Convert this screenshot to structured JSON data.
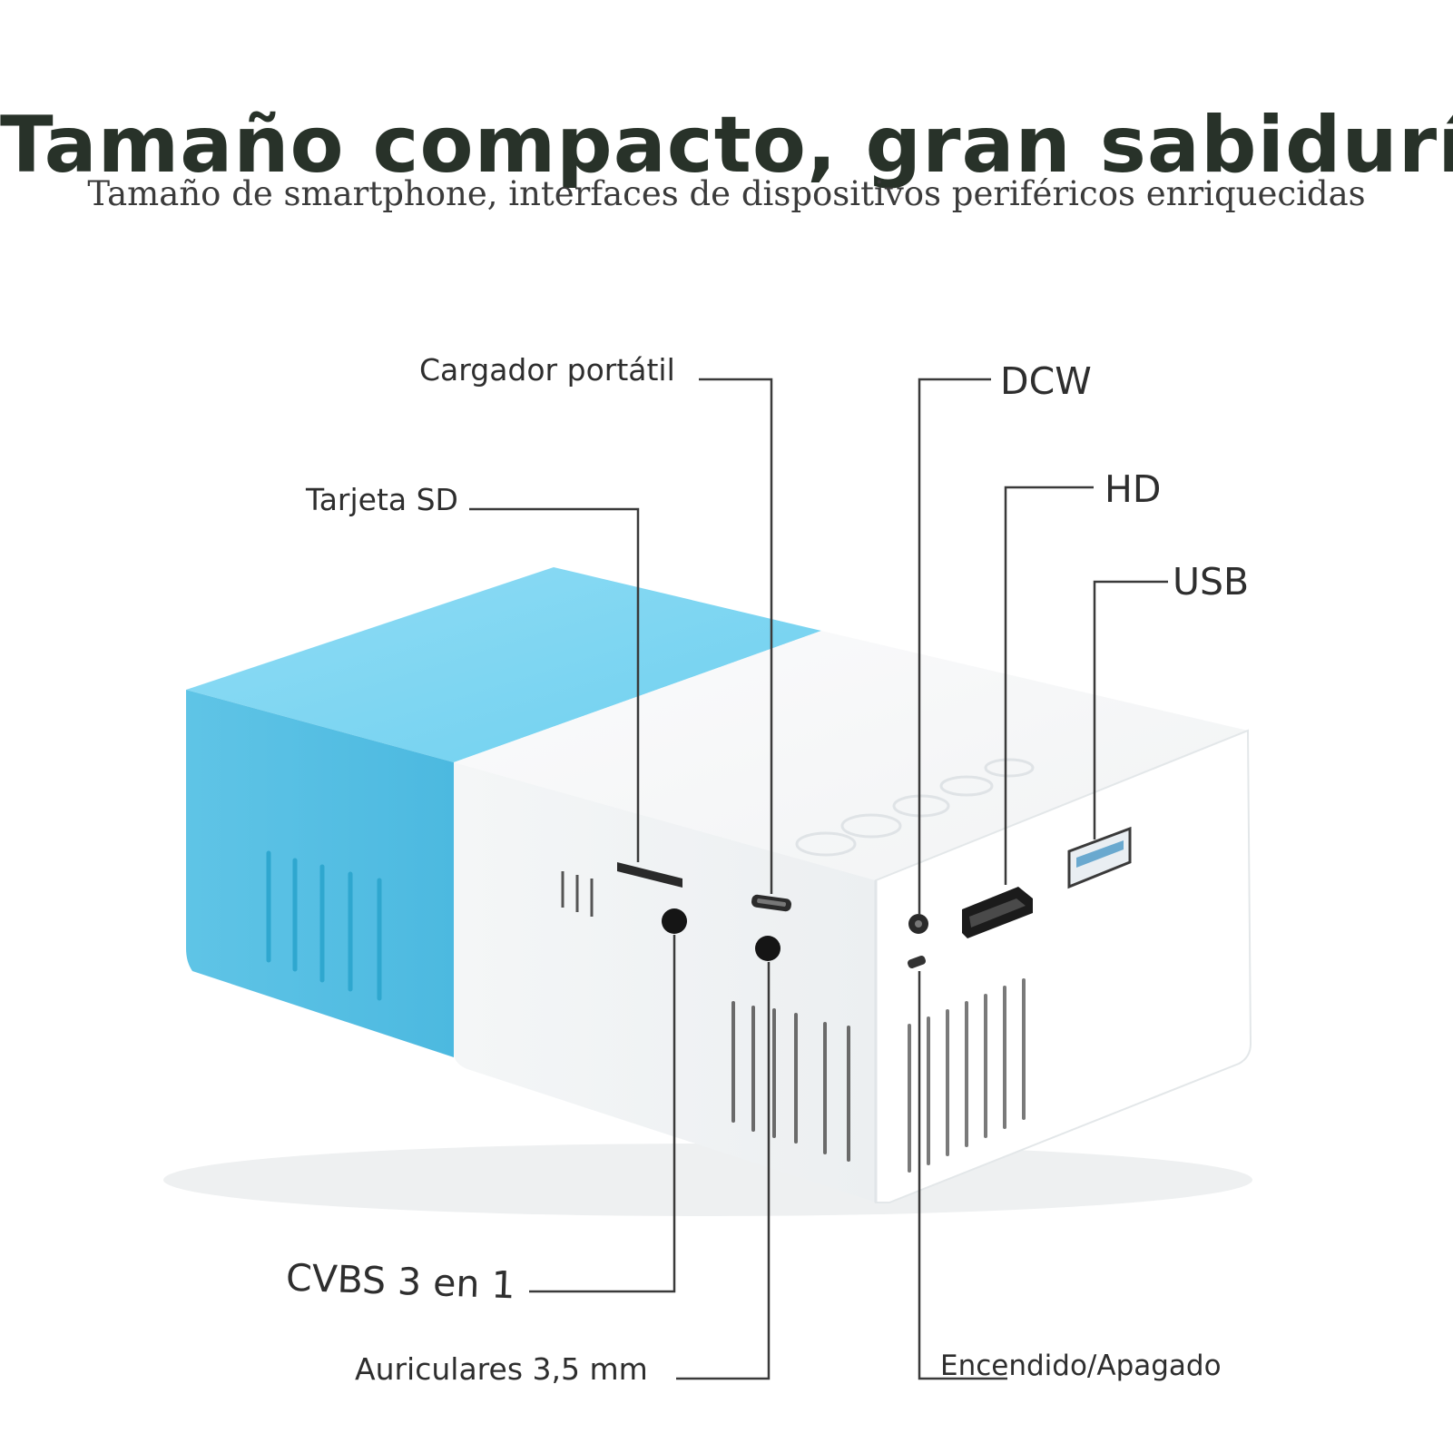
{
  "header": {
    "title": "Tamaño compacto, gran sabiduría",
    "subtitle": "Tamaño de smartphone, interfaces de dispositivos periféricos enriquecidas"
  },
  "callouts": {
    "charger": "Cargador portátil",
    "sd_card": "Tarjeta SD",
    "dcw": "DCW",
    "hd": "HD",
    "usb": "USB",
    "cvbs": "CVBS 3 en 1",
    "headphones": "Auriculares 3,5 mm",
    "power": "Encendido/Apagado"
  },
  "colors": {
    "projector_blue": "#5cc6e8",
    "projector_white": "#f7f8f9",
    "title_text": "#283229"
  }
}
